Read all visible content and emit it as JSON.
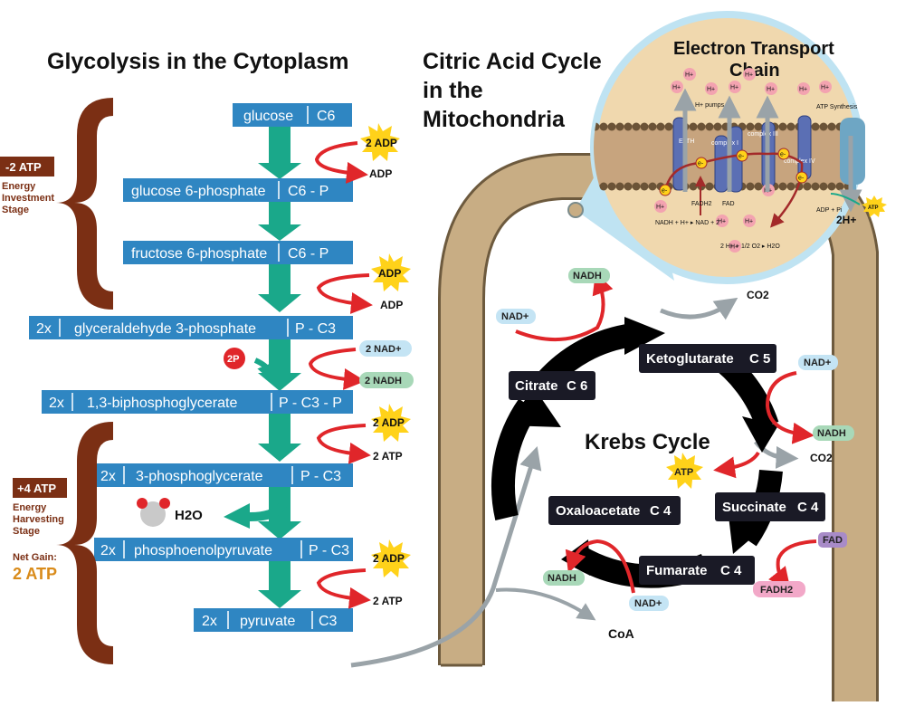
{
  "headings": {
    "glycolysis": "Glycolysis in the Cytoplasm",
    "citric_line1": "Citric Acid Cycle",
    "citric_line2": "in the",
    "citric_line3": "Mitochondria",
    "etc_line1": "Electron Transport",
    "etc_line2": "Chain"
  },
  "glycolysis": {
    "glucose": {
      "name": "glucose",
      "formula": "C6"
    },
    "g6p": {
      "name": "glucose 6-phosphate",
      "formula": "C6 - P"
    },
    "f6p": {
      "name": "fructose 6-phosphate",
      "formula": "C6 - P"
    },
    "g3p": {
      "mult": "2x",
      "name": "glyceraldehyde 3-phosphate",
      "formula": "P - C3"
    },
    "bpg": {
      "mult": "2x",
      "name": "1,3-biphosphoglycerate",
      "formula": "P - C3 - P"
    },
    "pg3": {
      "mult": "2x",
      "name": "3-phosphoglycerate",
      "formula": "P - C3"
    },
    "pep": {
      "mult": "2x",
      "name": "phosphoenolpyruvate",
      "formula": "P - C3"
    },
    "pyr": {
      "mult": "2x",
      "name": "pyruvate",
      "formula": "C3"
    }
  },
  "side": {
    "adp1_in": "2 ADP",
    "adp1_out": "ADP",
    "adp2_in": "ADP",
    "adp2_out": "ADP",
    "nad_in": "2 NAD+",
    "nadh_out": "2 NADH",
    "p2": "2P",
    "adp3_in": "2 ADP",
    "atp3_out": "2 ATP",
    "water": "H2O",
    "adp4_in": "2 ADP",
    "atp4_out": "2 ATP"
  },
  "stages": {
    "investment_atp": "-2 ATP",
    "investment_l1": "Energy",
    "investment_l2": "Investment",
    "investment_l3": "Stage",
    "harvest_atp": "+4 ATP",
    "harvest_l1": "Energy",
    "harvest_l2": "Harvesting",
    "harvest_l3": "Stage",
    "net_label": "Net Gain:",
    "net_value": "2 ATP"
  },
  "krebs": {
    "title": "Krebs Cycle",
    "citrate": {
      "name": "Citrate",
      "formula": "C 6"
    },
    "ketoglutarate": {
      "name": "Ketoglutarate",
      "formula": "C 5"
    },
    "succinate": {
      "name": "Succinate",
      "formula": "C 4"
    },
    "fumarate": {
      "name": "Fumarate",
      "formula": "C 4"
    },
    "oxaloacetate": {
      "name": "Oxaloacetate",
      "formula": "C 4"
    },
    "nad_top": "NAD+",
    "nadh_top": "NADH",
    "co2_top": "CO2",
    "nad_right": "NAD+",
    "nadh_right": "NADH",
    "co2_right": "CO2",
    "atp": "ATP",
    "fad": "FAD",
    "fadh2": "FADH2",
    "nad_bottom": "NAD+",
    "nadh_bottom": "NADH",
    "coa": "CoA"
  },
  "etc": {
    "hplus": "H+",
    "h_pumps": "H+ pumps",
    "atp_synthesis": "ATP Synthesis",
    "elth": "ELTH",
    "complex1": "complex I",
    "complex3": "complex III",
    "complex4": "complex IV",
    "e": "e-",
    "fadh2": "FADH2",
    "fad": "FAD",
    "nadh_eq": "NADH + H+ ▸ NAD + 2",
    "o2_eq": "2 H+ + 1/2 O2 ▸ H2O",
    "adp_pi": "ADP + Pi",
    "two_h": "2H+",
    "atp": "ATP"
  },
  "colors": {
    "blue_box": "#2f86c2",
    "teal_arrow": "#1aa88a",
    "brown": "#7b2f14",
    "dark_box": "#1a1a26",
    "red_arrow": "#e0262a",
    "grey_arrow": "#9aa3a8",
    "tan": "#c8ad84",
    "gold": "#d98b1a",
    "star": "#ffd21a"
  }
}
